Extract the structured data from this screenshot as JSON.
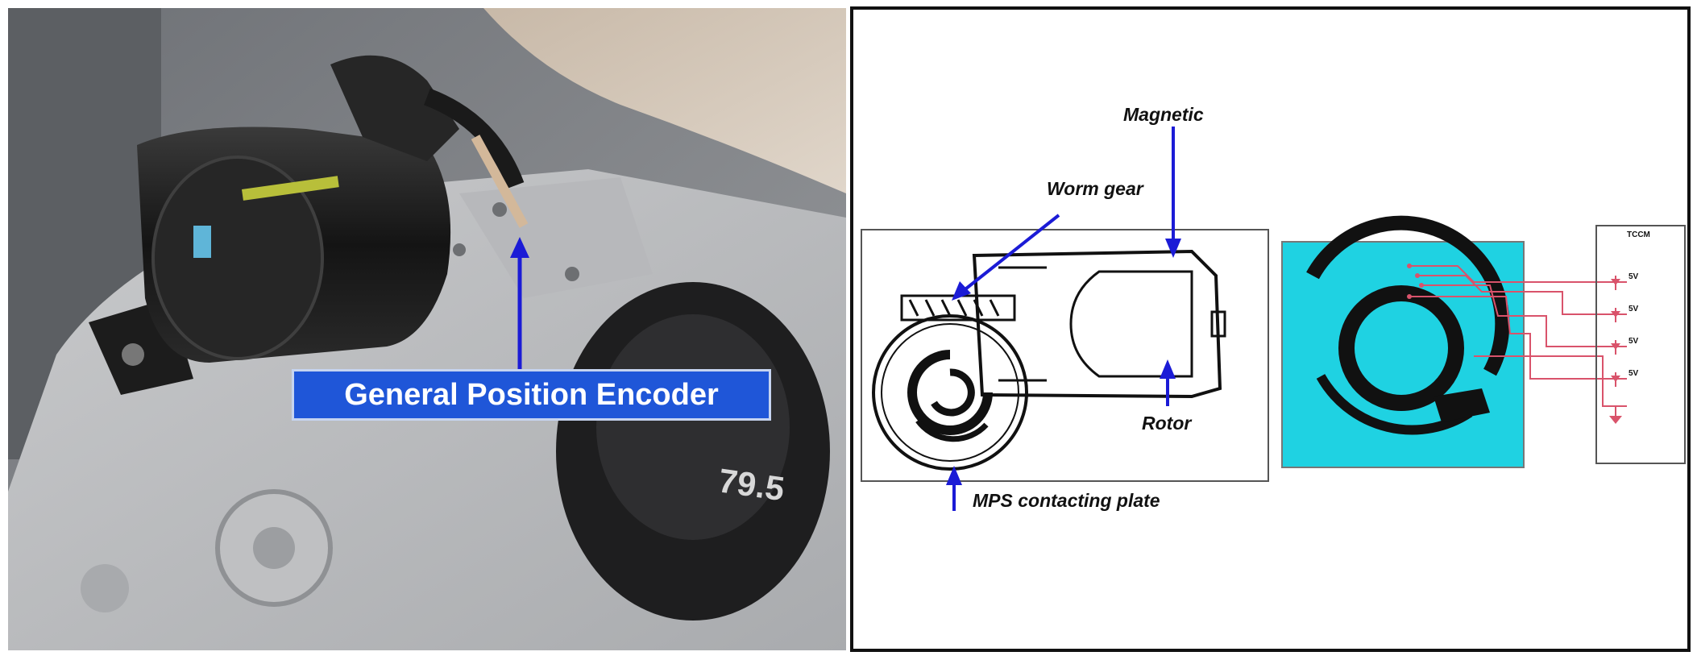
{
  "photo": {
    "callout_label": "General Position Encoder"
  },
  "diagram": {
    "labels": {
      "magnetic": "Magnetic",
      "worm_gear": "Worm gear",
      "rotor": "Rotor",
      "mps_plate": "MPS contacting plate",
      "tccm": "TCCM"
    },
    "voltages": [
      "5V",
      "5V",
      "5V",
      "5V"
    ]
  },
  "colors": {
    "arrow": "#1b1bd6",
    "label_bg": "#1f56d8",
    "sensor_bg": "#1fd2e2",
    "wire": "#d9536b"
  }
}
